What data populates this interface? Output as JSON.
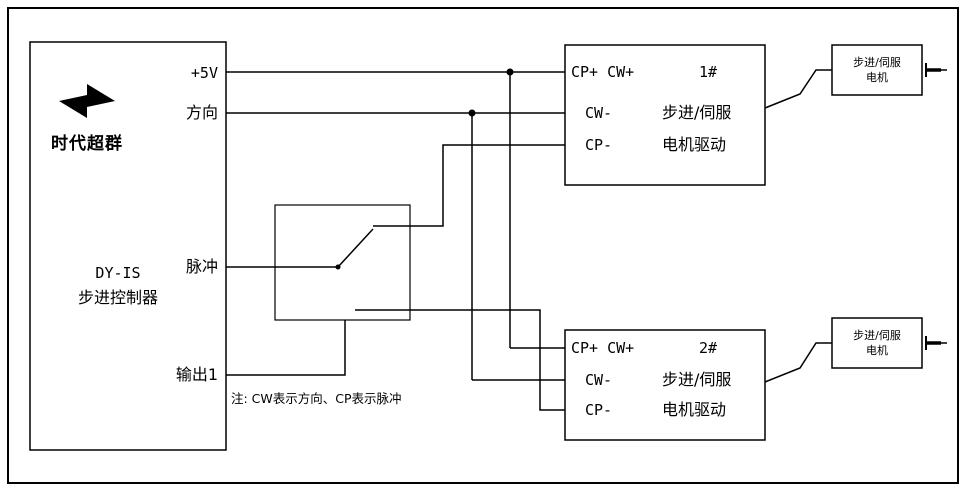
{
  "colors": {
    "ink": "#000000",
    "background": "#ffffff"
  },
  "controller": {
    "logo_text": "时代超群",
    "model": "DY-IS",
    "title": "步进控制器",
    "terminals": {
      "power": "+5V",
      "direction": "方向",
      "pulse": "脉冲",
      "output1": "输出1"
    }
  },
  "note": "注: CW表示方向、CP表示脉冲",
  "drivers": [
    {
      "top_terminals": "CP+ CW+",
      "id": "1#",
      "mid_terminal": "CW-",
      "name_line1": "步进/伺服",
      "bottom_terminal": "CP-",
      "name_line2": "电机驱动"
    },
    {
      "top_terminals": "CP+ CW+",
      "id": "2#",
      "mid_terminal": "CW-",
      "name_line1": "步进/伺服",
      "bottom_terminal": "CP-",
      "name_line2": "电机驱动"
    }
  ],
  "motors": [
    {
      "line1": "步进/伺服",
      "line2": "电机"
    },
    {
      "line1": "步进/伺服",
      "line2": "电机"
    }
  ]
}
